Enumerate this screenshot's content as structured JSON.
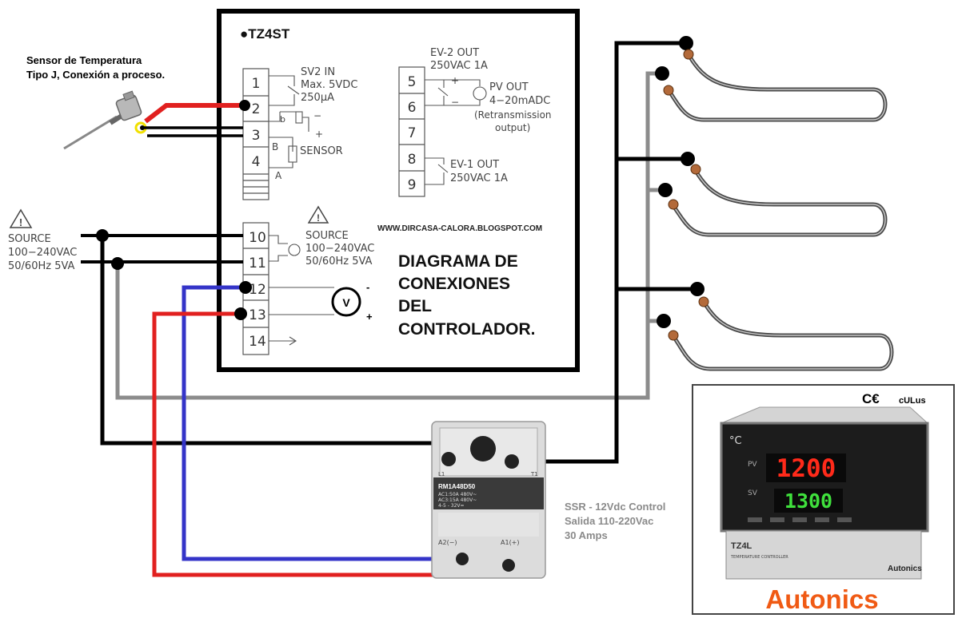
{
  "sensor": {
    "line1": "Sensor de Temperatura",
    "line2": "Tipo J, Conexión a proceso."
  },
  "controller": {
    "model": "●TZ4ST",
    "terminals": [
      "1",
      "2",
      "3",
      "4",
      "5",
      "6",
      "7",
      "8",
      "9",
      "10",
      "11",
      "12",
      "13",
      "14"
    ],
    "sv2": [
      "SV2 IN",
      "Max. 5VDC",
      "250μA"
    ],
    "sensor_labels": {
      "b": "b",
      "B": "B",
      "A": "A",
      "minus": "−",
      "plus": "+",
      "sensor": "SENSOR"
    },
    "ev2": [
      "EV-2 OUT",
      "250VAC 1A"
    ],
    "pvout": [
      "PV OUT",
      "4−20mADC",
      "(Retransmission",
      "output)"
    ],
    "ev1": [
      "EV-1 OUT",
      "250VAC 1A"
    ],
    "source": [
      "SOURCE",
      "100−240VAC",
      "50/60Hz 5VA"
    ],
    "website": "WWW.DIRCASA-CALORA.BLOGSPOT.COM",
    "title": [
      "DIAGRAMA DE",
      "CONEXIONES",
      "DEL",
      "CONTROLADOR."
    ],
    "meter": {
      "symbol": "V",
      "minus": "-",
      "plus": "+"
    }
  },
  "left_source": [
    "SOURCE",
    "100−240VAC",
    "50/60Hz 5VA"
  ],
  "ssr": {
    "model": "RM1A48D50",
    "specs": [
      "AC1:50A 480V~",
      "AC3:15A 480V~",
      "4-5 - 32V="
    ],
    "labels": {
      "l1": "L1",
      "t1": "T1",
      "a2": "A2(−)",
      "a1": "A1(+)"
    },
    "description": [
      "SSR - 12Vdc Control",
      "Salida 110-220Vac",
      "30 Amps"
    ]
  },
  "product": {
    "pv_value": "1200",
    "sv_value": "1300",
    "unit": "°C",
    "pv_label": "PV",
    "sv_label": "SV",
    "model_small": "TZ4L",
    "sub_small": "TEMPERATURE CONTROLLER",
    "brand_small": "Autonics",
    "brand": "Autonics",
    "cert": [
      "C€",
      "cULus"
    ]
  },
  "colors": {
    "black": "#000000",
    "red": "#e1201f",
    "blue": "#3434c8",
    "gray": "#8c8c8c",
    "brand": "#f05a14",
    "led_red": "#ff2a1a",
    "led_green": "#3fe03c"
  }
}
